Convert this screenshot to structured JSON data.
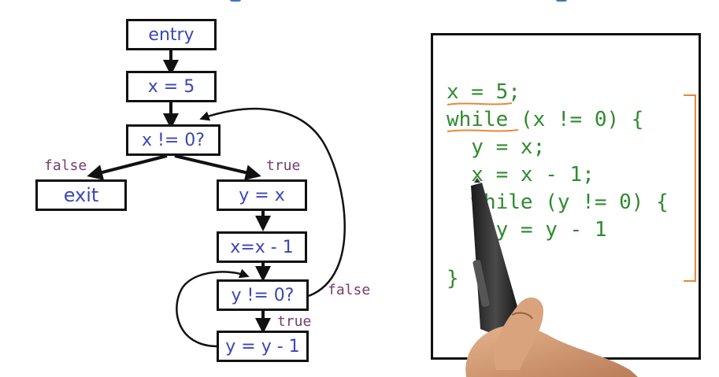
{
  "colors": {
    "node_text": "#3b46b8",
    "code_text": "#2e8b2e",
    "edge_label": "#7a3a6e",
    "annotation": "#e8883a",
    "border": "#111111"
  },
  "flowchart": {
    "nodes": {
      "entry": "entry",
      "assign_x": "x = 5",
      "cond_x": "x != 0?",
      "exit": "exit",
      "assign_y": "y = x",
      "dec_x": "x=x - 1",
      "cond_y": "y != 0?",
      "dec_y": "y = y - 1"
    },
    "edge_labels": {
      "outer_false": "false",
      "outer_true": "true",
      "inner_false": "false",
      "inner_true": "true"
    }
  },
  "code": {
    "lines": [
      "x = 5;",
      "while (x != 0) {",
      "  y = x;",
      "  x = x - 1;",
      "  while (y != 0) {",
      "    y = y - 1",
      "}"
    ]
  }
}
